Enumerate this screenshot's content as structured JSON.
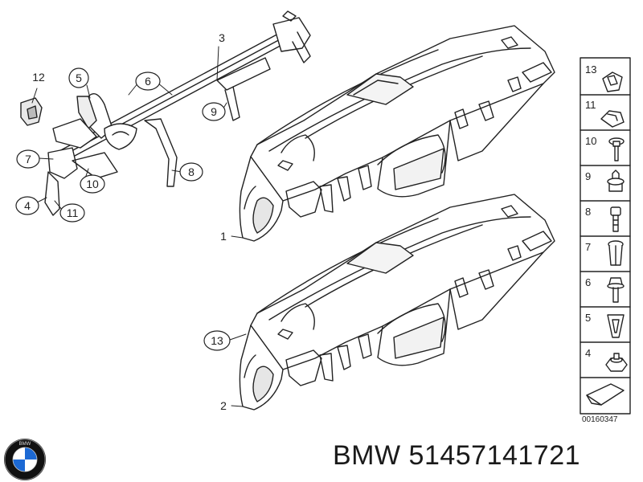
{
  "callouts": {
    "c1": "1",
    "c2": "2",
    "c3": "3",
    "c4": "4",
    "c5": "5",
    "c6": "6",
    "c7": "7",
    "c8": "8",
    "c9": "9",
    "c10": "10",
    "c11": "11",
    "c12": "12",
    "c13": "13"
  },
  "fasteners": [
    "13",
    "11",
    "10",
    "9",
    "8",
    "7",
    "6",
    "5",
    "4"
  ],
  "diagram_number": "00160347",
  "part_label": "BMW 51457141721",
  "logo": {
    "text": "BMW",
    "icon": "bmw-roundel-icon",
    "colors": {
      "blue": "#1c69d4",
      "black": "#111111"
    }
  }
}
